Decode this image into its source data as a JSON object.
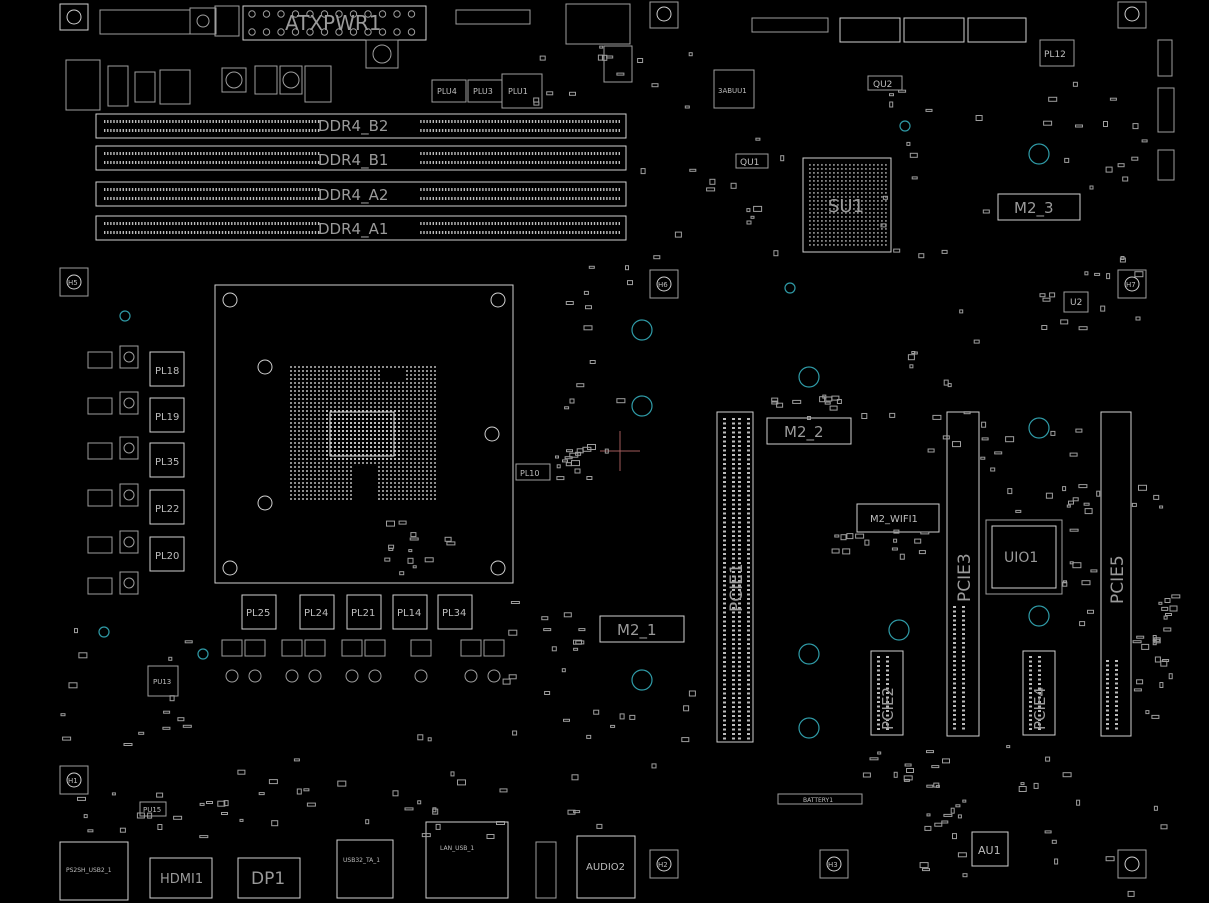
{
  "board": {
    "background": "#000000",
    "outline_color": "#cfcfcf",
    "label_color": "#9a9a9a",
    "hole_color": "#2f9aa6"
  },
  "labels": {
    "atxpwr": "ATXPWR1",
    "ddr_b2": "DDR4_B2",
    "ddr_b1": "DDR4_B1",
    "ddr_a2": "DDR4_A2",
    "ddr_a1": "DDR4_A1",
    "su1": "SU1",
    "m2_3": "M2_3",
    "m2_2": "M2_2",
    "m2_1": "M2_1",
    "m2_wifi": "M2_WIFI1",
    "pcie1": "PCIE1",
    "pcie2": "PCIE2",
    "pcie3": "PCIE3",
    "pcie4": "PCIE4",
    "pcie5": "PCIE5",
    "uio1": "UIO1",
    "au1": "AU1",
    "hdmi": "HDMI1",
    "dp1": "DP1",
    "audio2": "AUDIO2",
    "battery": "BATTERY1",
    "qu1": "QU1",
    "qu2": "QU2",
    "pl12": "PL12",
    "pl10": "PL10",
    "u2": "U2",
    "usb_ta": "USB32_TA_1",
    "ps2": "PS2SH_USB2_1",
    "lan": "LAN_USB_1",
    "abu": "3ABUU1",
    "plu1": "PLU1",
    "plu3": "PLU3",
    "plu4": "PLU4",
    "pu13": "PU13",
    "pu15": "PU15",
    "h1": "H1",
    "h2": "H2",
    "h3": "H3",
    "h5": "H5",
    "h6": "H6",
    "h7": "H7",
    "pl_left": [
      "PL18",
      "PL19",
      "PL35",
      "PL22",
      "PL20"
    ],
    "pl_bottom": [
      "PL25",
      "PL24",
      "PL21",
      "PL14",
      "PL34"
    ]
  }
}
